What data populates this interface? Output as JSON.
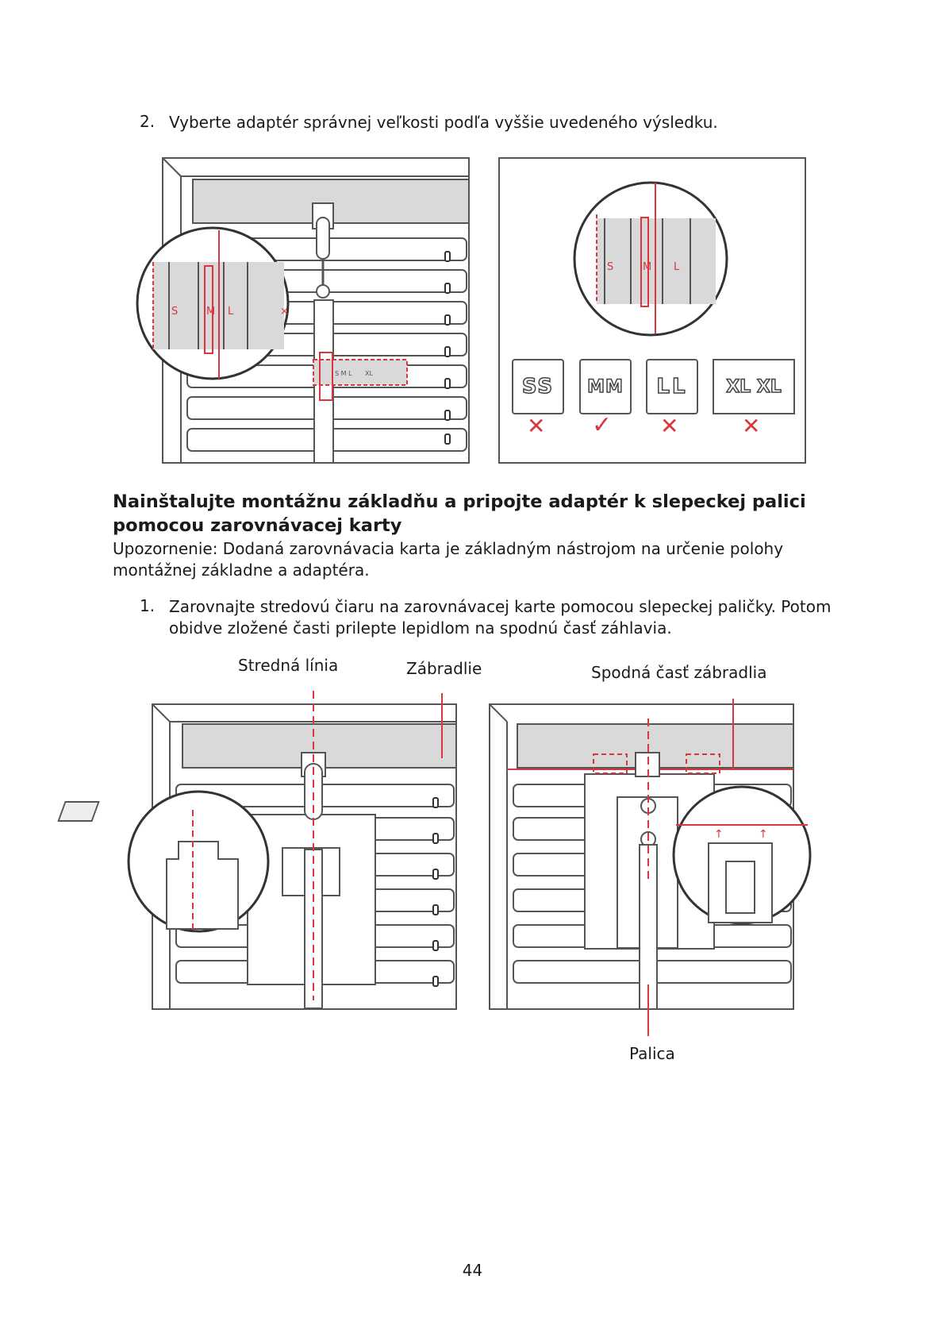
{
  "step2": {
    "num": "2.",
    "text": "Vyberte adaptér správnej veľkosti podľa vyššie uvedeného výsledku."
  },
  "figure1": {
    "magnifier_scale": [
      "S",
      "M",
      "L"
    ],
    "card_labels": [
      "S M L",
      "XL"
    ],
    "size_cards": [
      {
        "label": "SS",
        "result": "cross"
      },
      {
        "label": "MM",
        "result": "check"
      },
      {
        "label": "LL",
        "result": "cross"
      },
      {
        "label": "XL XL",
        "result": "cross"
      }
    ]
  },
  "section": {
    "heading": "Nainštalujte montážnu základňu a pripojte adaptér k slepeckej palici pomocou zarovnávacej karty",
    "note": "Upozornenie: Dodaná zarovnávacia karta je základným nástrojom na určenie polohy montážnej základne a adaptéra."
  },
  "step1": {
    "num": "1.",
    "text": "Zarovnajte stredovú čiaru na zarovnávacej karte pomocou slepeckej paličky. Potom obidve zložené časti prilepte lepidlom na spodnú časť záhlavia."
  },
  "figure2": {
    "labels": {
      "center_line": "Stredná línia",
      "rail": "Zábradlie",
      "rail_bottom": "Spodná časť zábradlia",
      "wand": "Palica"
    }
  },
  "page_number": "44",
  "colors": {
    "accent_red": "#d9363e",
    "line_gray": "#555555",
    "fill_gray": "#d9d9d9"
  }
}
